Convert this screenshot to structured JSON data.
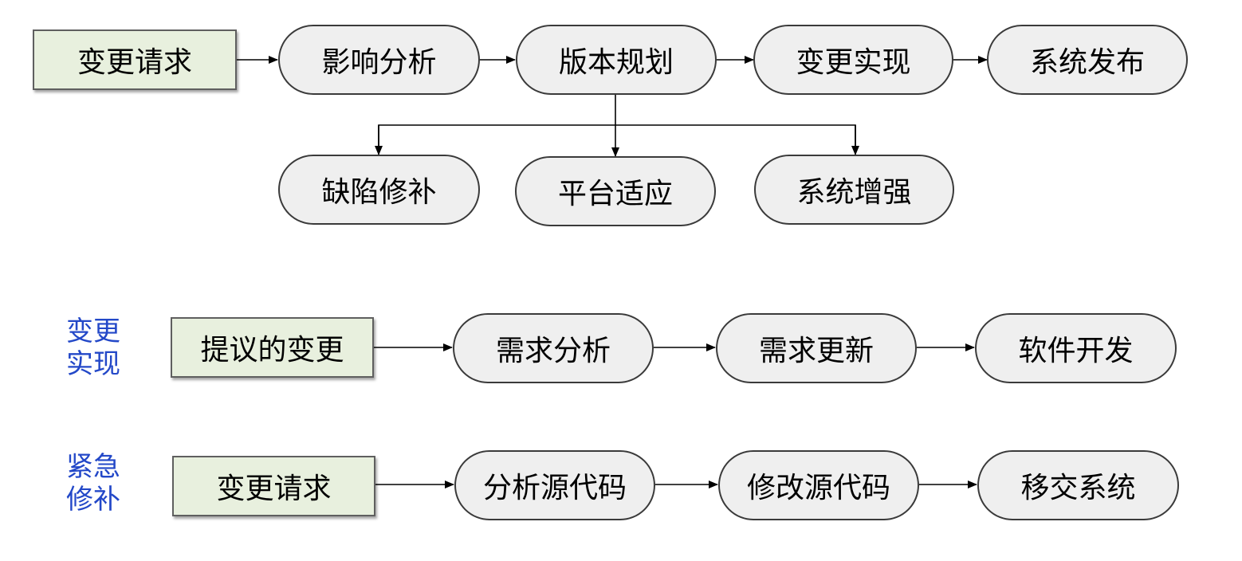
{
  "colors": {
    "start_fill": "#e8f0de",
    "step_fill": "#efefef",
    "label_color": "#2348c8",
    "line": "#000000"
  },
  "process": {
    "nodes": [
      {
        "id": "request",
        "text": "变更请求"
      },
      {
        "id": "impact",
        "text": "影响分析"
      },
      {
        "id": "planning",
        "text": "版本规划"
      },
      {
        "id": "implementation",
        "text": "变更实现"
      },
      {
        "id": "release",
        "text": "系统发布"
      }
    ],
    "branches": [
      {
        "id": "fault",
        "text": "缺陷修补"
      },
      {
        "id": "platform",
        "text": "平台适应"
      },
      {
        "id": "enhance",
        "text": "系统增强"
      }
    ]
  },
  "implementation_row": {
    "label_line1": "变更",
    "label_line2": "实现",
    "nodes": [
      {
        "id": "proposed",
        "text": "提议的变更"
      },
      {
        "id": "req-analysis",
        "text": "需求分析"
      },
      {
        "id": "req-update",
        "text": "需求更新"
      },
      {
        "id": "software-dev",
        "text": "软件开发"
      }
    ]
  },
  "emergency_row": {
    "label_line1": "紧急",
    "label_line2": "修补",
    "nodes": [
      {
        "id": "e-request",
        "text": "变更请求"
      },
      {
        "id": "analyze-src",
        "text": "分析源代码"
      },
      {
        "id": "modify-src",
        "text": "修改源代码"
      },
      {
        "id": "deliver",
        "text": "移交系统"
      }
    ]
  }
}
